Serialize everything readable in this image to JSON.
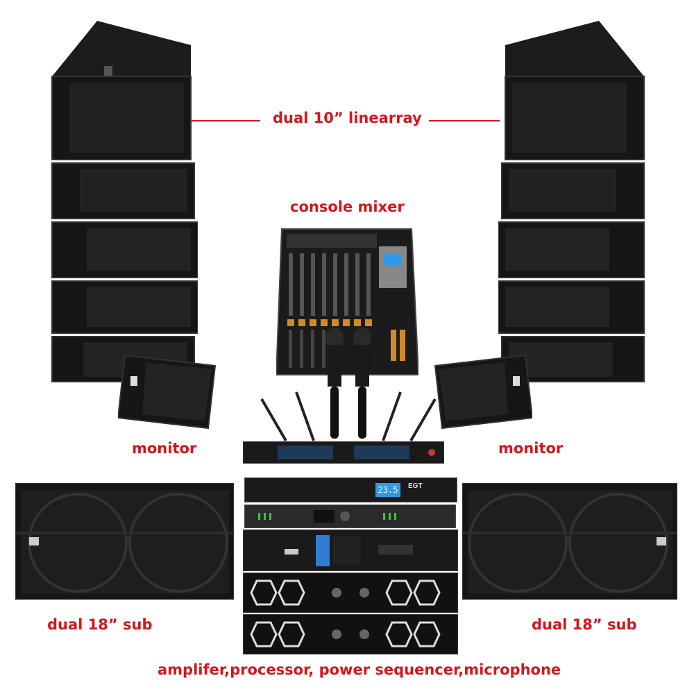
{
  "labels": {
    "line_array": "dual 10”  linearray",
    "console_mixer": "console mixer",
    "monitor_left": "monitor",
    "monitor_right": "monitor",
    "sub_left": "dual 18”  sub",
    "sub_right": "dual 18”  sub",
    "bottom_caption": "amplifer,processor, power sequencer,microphone"
  },
  "devices": {
    "sequencer_display": "23.5",
    "brand": "EGT"
  },
  "colors": {
    "label_red": "#d4161b",
    "cabinet_black": "#141414",
    "grille_dark": "#222222",
    "lcd_blue": "#2f9be8",
    "fader_orange": "#d08a2a"
  }
}
